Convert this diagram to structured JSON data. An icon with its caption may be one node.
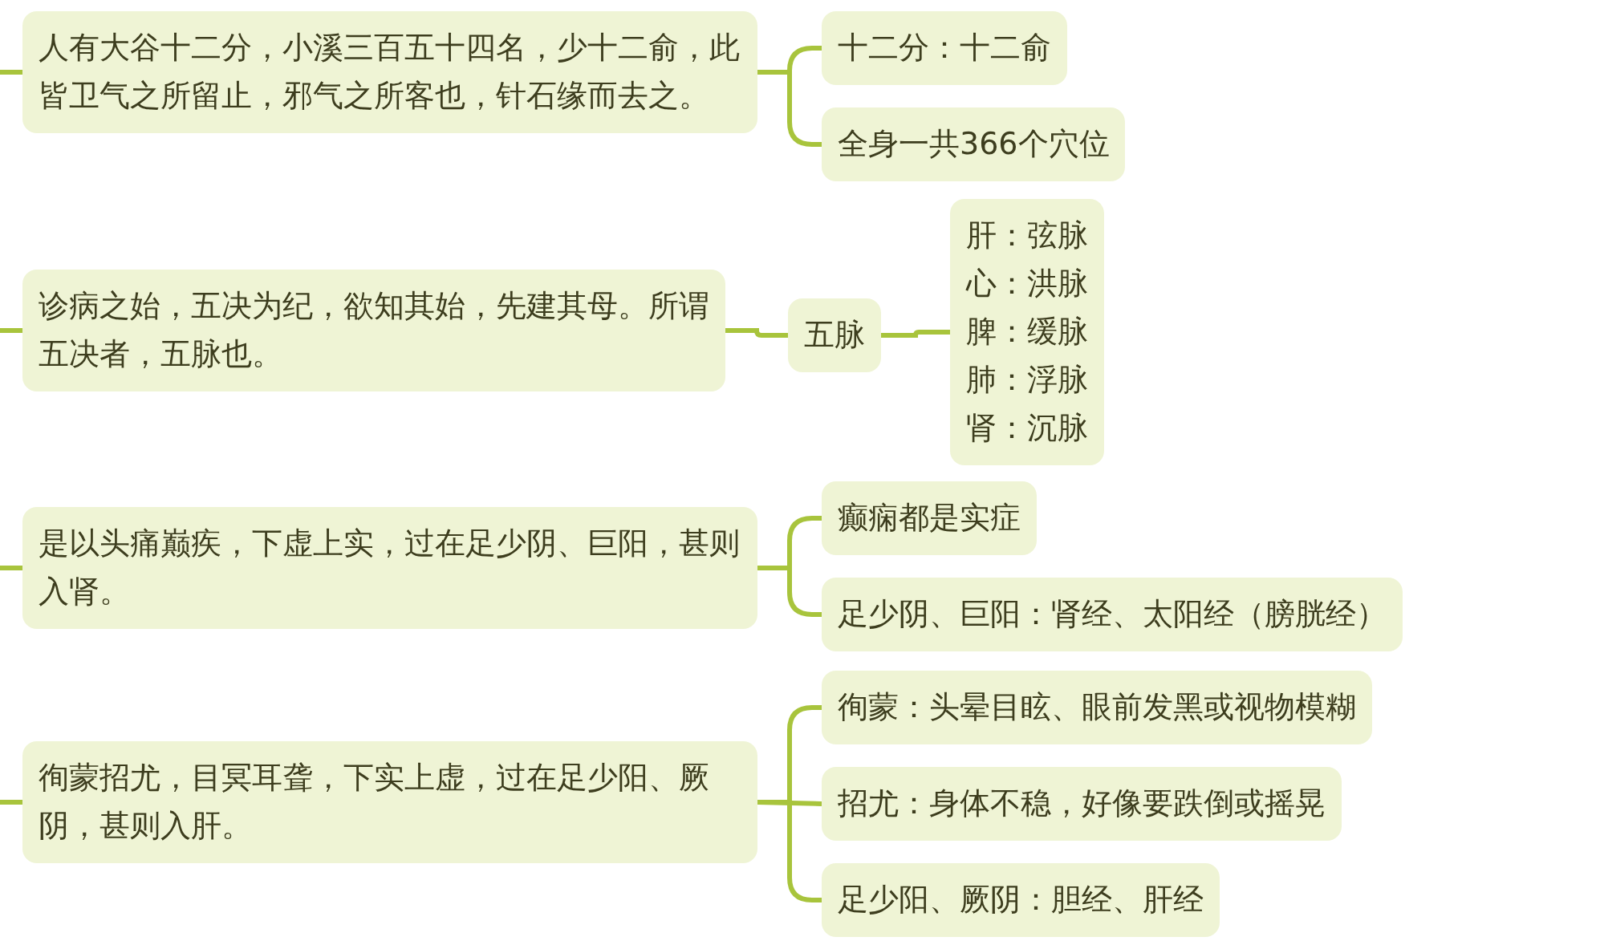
{
  "diagram": {
    "nodes": [
      {
        "text": [
          "人有大谷十二分，小溪三百五十四名，少十二俞，此皆卫气之所留止，邪气之所客也，针石缘而去之。"
        ]
      },
      {
        "text": [
          "十二分：十二俞"
        ]
      },
      {
        "text": [
          "全身一共366个穴位"
        ]
      },
      {
        "text": [
          "诊病之始，五决为纪，欲知其始，先建其母。所谓五决者，五脉也。"
        ]
      },
      {
        "text": [
          "五脉"
        ]
      },
      {
        "text": [
          "肝：弦脉",
          "心：洪脉",
          "脾：缓脉",
          "肺：浮脉",
          "肾：沉脉"
        ]
      },
      {
        "text": [
          "是以头痛巅疾，下虚上实，过在足少阴、巨阳，甚则入肾。"
        ]
      },
      {
        "text": [
          "癫痫都是实症"
        ]
      },
      {
        "text": [
          "足少阴、巨阳：肾经、太阳经（膀胱经）"
        ]
      },
      {
        "text": [
          "徇蒙招尤，目冥耳聋，下实上虚，过在足少阳、厥阴，甚则入肝。"
        ]
      },
      {
        "text": [
          "徇蒙：头晕目眩、眼前发黑或视物模糊"
        ]
      },
      {
        "text": [
          "招尤：身体不稳，好像要跌倒或摇晃"
        ]
      },
      {
        "text": [
          "足少阳、厥阴：胆经、肝经"
        ]
      }
    ],
    "edges": [
      {
        "from": null,
        "to": 0,
        "arrow": "none"
      },
      {
        "from": 0,
        "to": 1,
        "arrow": "none"
      },
      {
        "from": 0,
        "to": 2,
        "arrow": "none"
      },
      {
        "from": null,
        "to": 3,
        "arrow": "none"
      },
      {
        "from": 3,
        "to": 4,
        "arrow": "none"
      },
      {
        "from": 4,
        "to": 5,
        "arrow": "none"
      },
      {
        "from": null,
        "to": 6,
        "arrow": "none"
      },
      {
        "from": 6,
        "to": 7,
        "arrow": "none"
      },
      {
        "from": 6,
        "to": 8,
        "arrow": "none"
      },
      {
        "from": null,
        "to": 9,
        "arrow": "none"
      },
      {
        "from": 9,
        "to": 10,
        "arrow": "none"
      },
      {
        "from": 9,
        "to": 11,
        "arrow": "none"
      },
      {
        "from": 9,
        "to": 12,
        "arrow": "none"
      }
    ]
  }
}
